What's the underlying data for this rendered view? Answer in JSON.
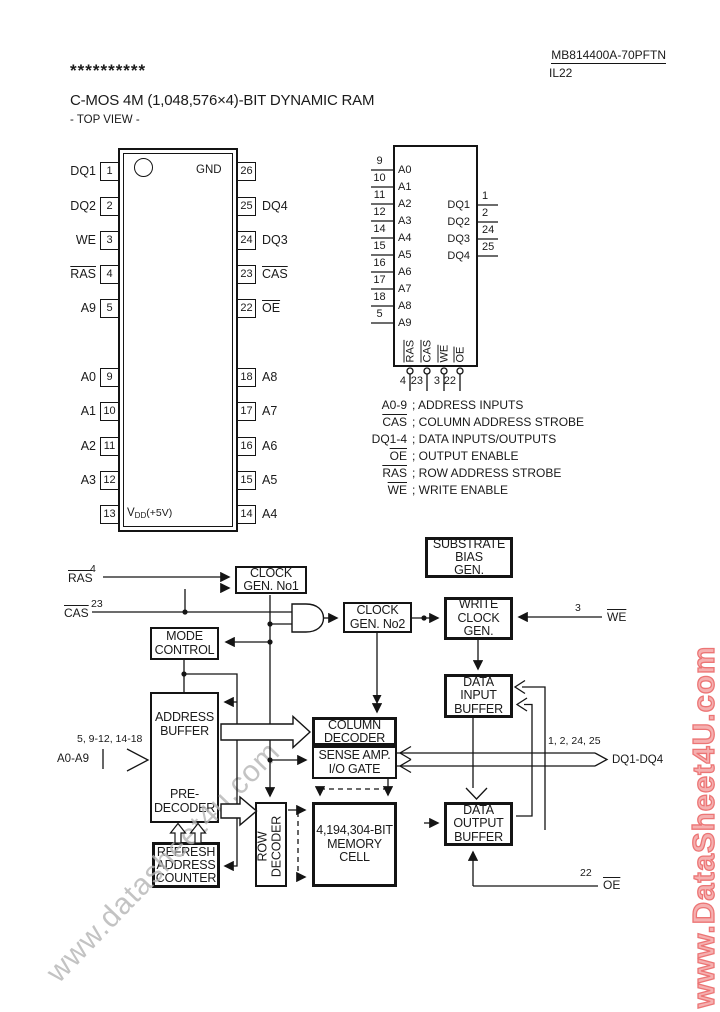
{
  "header": {
    "part_number": "MB814400A-70PFTN",
    "doc_code": "IL22",
    "stars": "**********"
  },
  "title": {
    "main": "C-MOS 4M (1,048,576×4)-BIT DYNAMIC RAM",
    "subtitle": "- TOP VIEW -"
  },
  "dip": {
    "gnd": "GND",
    "vdd_v": "V",
    "vdd_dd": "DD",
    "vdd_5v": "(+5V)",
    "left_labels": [
      "DQ1",
      "DQ2",
      "WE",
      "RAS",
      "A9",
      "A0",
      "A1",
      "A2",
      "A3",
      ""
    ],
    "left_nums": [
      "1",
      "2",
      "3",
      "4",
      "5",
      "9",
      "10",
      "11",
      "12",
      "13"
    ],
    "right_nums": [
      "26",
      "25",
      "24",
      "23",
      "22",
      "18",
      "17",
      "16",
      "15",
      "14"
    ],
    "right_labels": [
      "",
      "DQ4",
      "DQ3",
      "CAS",
      "OE",
      "A8",
      "A7",
      "A6",
      "A5",
      "A4"
    ]
  },
  "logic": {
    "left_nums": [
      "9",
      "10",
      "11",
      "12",
      "14",
      "15",
      "16",
      "17",
      "18",
      "5"
    ],
    "left_labels": [
      "A0",
      "A1",
      "A2",
      "A3",
      "A4",
      "A5",
      "A6",
      "A7",
      "A8",
      "A9"
    ],
    "right_labels": [
      "DQ1",
      "DQ2",
      "DQ3",
      "DQ4"
    ],
    "right_nums": [
      "1",
      "2",
      "24",
      "25"
    ],
    "bottom_labels": [
      "RAS",
      "CAS",
      "WE",
      "OE"
    ],
    "bottom_nums": [
      "4",
      "23",
      "3",
      "22"
    ]
  },
  "legend": {
    "terms": [
      "A0-9",
      "CAS",
      "DQ1-4",
      "OE",
      "RAS",
      "WE"
    ],
    "descs": [
      "; ADDRESS INPUTS",
      "; COLUMN ADDRESS STROBE",
      "; DATA INPUTS/OUTPUTS",
      "; OUTPUT ENABLE",
      "; ROW ADDRESS STROBE",
      "; WRITE ENABLE"
    ]
  },
  "blocks": {
    "clock_gen1": "CLOCK\nGEN. No1",
    "clock_gen2": "CLOCK\nGEN. No2",
    "substrate_bias": "SUBSTRATE\nBIAS\nGEN.",
    "write_clock": "WRITE\nCLOCK\nGEN.",
    "mode_control": "MODE\nCONTROL",
    "address_buffer": "ADDRESS\nBUFFER",
    "pre_decoder": "PRE-\nDECODER",
    "refresh_counter": "REFRESH\nADDRESS\nCOUNTER",
    "column_decoder": "COLUMN\nDECODER",
    "sense_amp": "SENSE AMP.\nI/O GATE",
    "row_decoder": "ROW\nDECODER",
    "memory_cell": "4,194,304-BIT\nMEMORY\nCELL",
    "data_input": "DATA\nINPUT\nBUFFER",
    "data_output": "DATA\nOUTPUT\nBUFFER"
  },
  "signals": {
    "ras": "RAS",
    "ras_pin": "4",
    "cas": "CAS",
    "cas_pin": "23",
    "we": "WE",
    "we_pin": "3",
    "oe": "OE",
    "oe_pin": "22",
    "addr": "A0-A9",
    "addr_pins": "5, 9-12, 14-18",
    "dq": "DQ1-DQ4",
    "dq_pins": "1, 2, 24, 25"
  },
  "watermarks": {
    "vertical": "www.DataSheet4U.com",
    "diagonal": "www.datasheet4u.com",
    "red": "#ef8585",
    "gray": "#b5b5b5"
  }
}
